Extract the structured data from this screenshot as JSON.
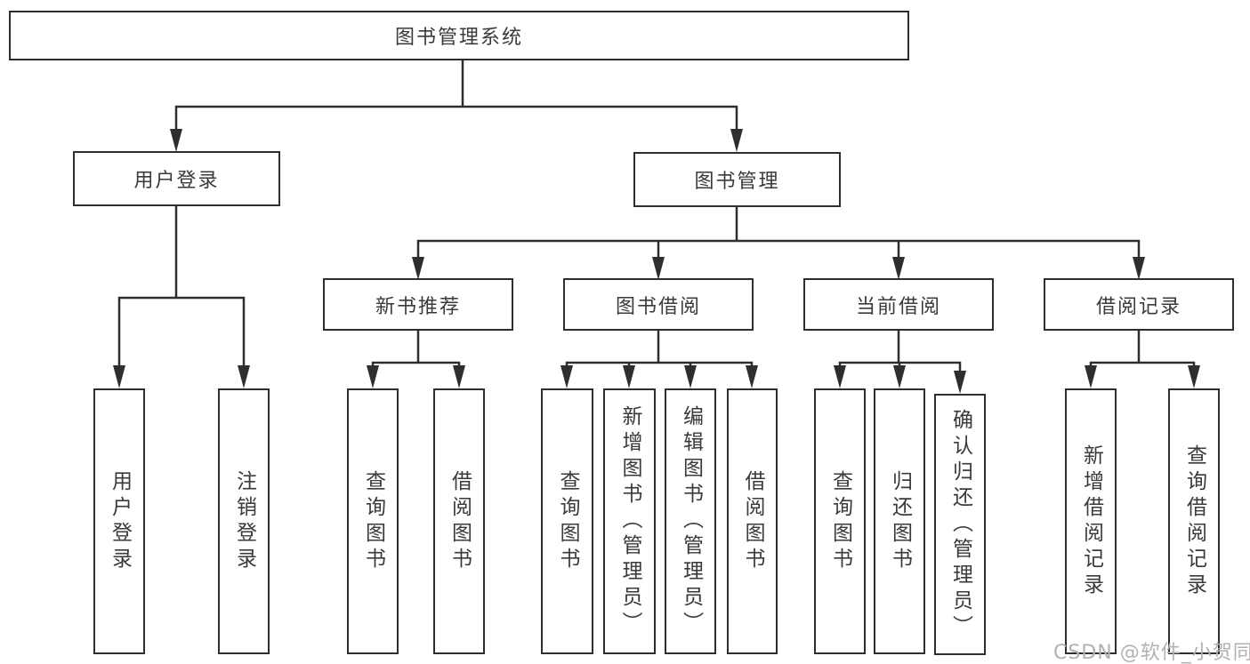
{
  "colors": {
    "line": "#2e2e2e",
    "box_border": "#2e2e2e",
    "text": "#3a3a3a",
    "background": "#ffffff",
    "watermark_text": "#b5b0b0"
  },
  "watermark": {
    "text": "CSDN @软件_小贺同学"
  },
  "tree": {
    "root": "图书管理系统",
    "branches": [
      {
        "label": "用户登录",
        "children": [
          "用户登录",
          "注销登录"
        ]
      },
      {
        "label": "图书管理",
        "groups": [
          {
            "label": "新书推荐",
            "children": [
              "查询图书",
              "借阅图书"
            ]
          },
          {
            "label": "图书借阅",
            "children": [
              "查询图书",
              "新增图书（管理员）",
              "编辑图书（管理员）",
              "借阅图书"
            ]
          },
          {
            "label": "当前借阅",
            "children": [
              "查询图书",
              "归还图书",
              "确认归还（管理员）"
            ]
          },
          {
            "label": "借阅记录",
            "children": [
              "新增借阅记录",
              "查询借阅记录"
            ]
          }
        ]
      }
    ]
  }
}
